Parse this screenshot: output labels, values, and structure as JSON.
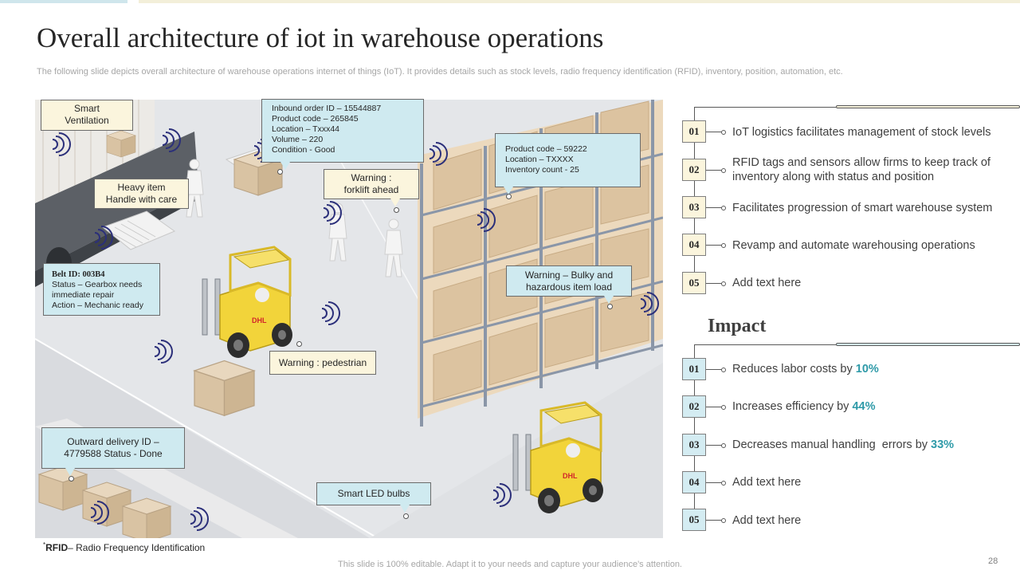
{
  "title": "Overall architecture of iot in warehouse operations",
  "subtitle": "The following slide depicts overall architecture of warehouse operations internet of things (IoT). It provides details such as stock levels, radio frequency identification (RFID), inventory, position, automation, etc.",
  "callouts": {
    "smart_ventilation": [
      "Smart",
      "Ventilation"
    ],
    "inbound_order": [
      "Inbound order ID – 15544887",
      "Product code – 265845",
      "Location – Txxx44",
      "Volume – 220",
      "Condition - Good"
    ],
    "product_code": [
      "Product code – 59222",
      "Location – TXXXX",
      "Inventory count - 25"
    ],
    "heavy_item": [
      "Heavy item",
      "Handle with care"
    ],
    "warning_forklift": [
      "Warning :",
      "forklift ahead"
    ],
    "belt_title": "Belt ID: 003B4",
    "belt_lines": [
      "Status – Gearbox needs",
      "immediate repair",
      "Action – Mechanic ready"
    ],
    "warning_bulky": [
      "Warning – Bulky and",
      "hazardous item load"
    ],
    "warning_pedestrian": "Warning : pedestrian",
    "outward_delivery": [
      "Outward delivery ID –",
      "4779588 Status - Done"
    ],
    "smart_led": "Smart LED bulbs"
  },
  "benefits": [
    {
      "num": "01",
      "text": "IoT logistics facilitates management of stock levels"
    },
    {
      "num": "02",
      "text": "RFID tags and sensors allow firms to keep track of inventory along with status and position"
    },
    {
      "num": "03",
      "text": "Facilitates progression of smart warehouse system"
    },
    {
      "num": "04",
      "text": "Revamp and automate warehousing operations"
    },
    {
      "num": "05",
      "text": "Add text here"
    }
  ],
  "impact": {
    "heading": "Impact",
    "items": [
      {
        "num": "01",
        "text": "Reduces labor costs by ",
        "pct": "10%"
      },
      {
        "num": "02",
        "text": "Increases efficiency by ",
        "pct": "44%"
      },
      {
        "num": "03",
        "text": "Decreases manual handling  errors by ",
        "pct": "33%"
      },
      {
        "num": "04",
        "text": "Add text here",
        "pct": ""
      },
      {
        "num": "05",
        "text": "Add text here",
        "pct": ""
      }
    ]
  },
  "footnote": {
    "mark": "*",
    "term": "RFID",
    "text": "– Radio Frequency Identification"
  },
  "footer": "This slide is 100% editable. Adapt it to your needs and capture your audience's attention.",
  "page_number": "28",
  "colors": {
    "yellow_box": "#fbf5dd",
    "blue_box": "#cfeaf0",
    "accent_teal": "#2e9aa8",
    "forklift": "#f2d43a"
  },
  "icons": [
    "rfid-signal-icon",
    "forklift-illustration",
    "worker-illustration",
    "storage-rack-illustration"
  ]
}
